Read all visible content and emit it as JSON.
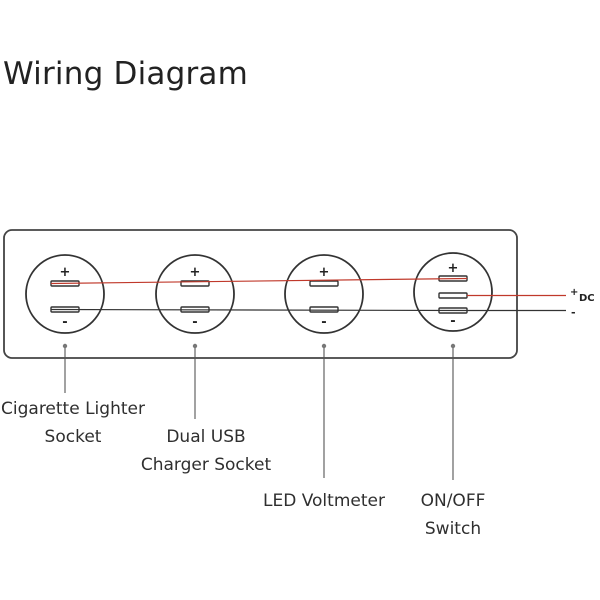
{
  "title": "Wiring Diagram",
  "colors": {
    "positive_wire": "#c0392b",
    "negative_wire": "#333333",
    "outline": "#444444"
  },
  "components": [
    {
      "id": "cigarette-lighter-socket",
      "label_lines": [
        "Cigarette Lighter",
        "Socket"
      ],
      "terminals": [
        "+",
        "-"
      ]
    },
    {
      "id": "dual-usb-charger-socket",
      "label_lines": [
        "Dual USB",
        "Charger Socket"
      ],
      "terminals": [
        "+",
        "-"
      ]
    },
    {
      "id": "led-voltmeter",
      "label_lines": [
        "LED Voltmeter"
      ],
      "terminals": [
        "+",
        "-"
      ]
    },
    {
      "id": "on-off-switch",
      "label_lines": [
        "ON/OFF",
        "Switch"
      ],
      "terminals": [
        "+",
        "",
        "-"
      ]
    }
  ],
  "power_input": {
    "positive_label": "+",
    "dc_label": "DC",
    "negative_label": "-"
  }
}
